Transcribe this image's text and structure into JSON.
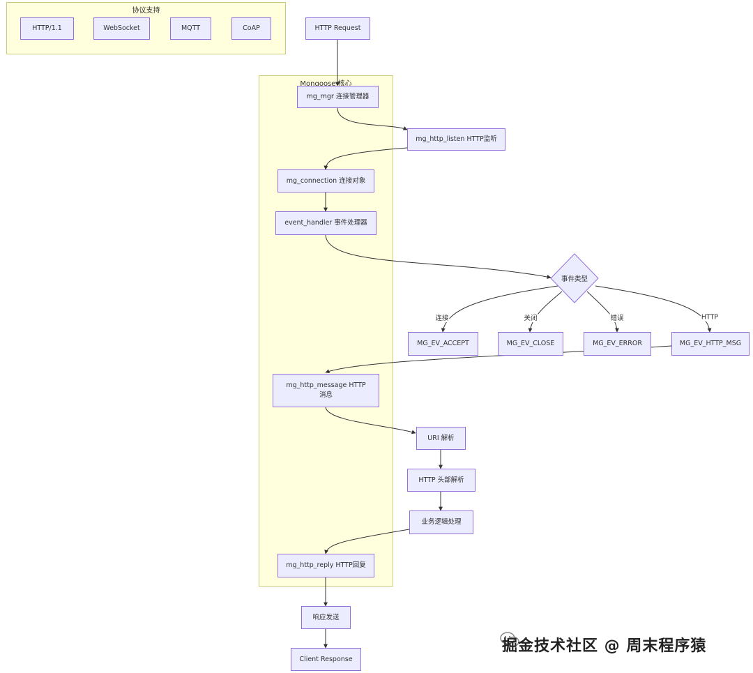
{
  "groups": {
    "protocols": {
      "title": "协议支持"
    },
    "core": {
      "title": "Mongoose 核心"
    }
  },
  "nodes": {
    "http11": "HTTP/1.1",
    "websocket": "WebSocket",
    "mqtt": "MQTT",
    "coap": "CoAP",
    "http_request": "HTTP Request",
    "mg_mgr": "mg_mgr 连接管理器",
    "mg_http_listen": "mg_http_listen HTTP监听",
    "mg_connection": "mg_connection 连接对象",
    "event_handler": "event_handler 事件处理器",
    "event_type": "事件类型",
    "ev_accept": "MG_EV_ACCEPT",
    "ev_close": "MG_EV_CLOSE",
    "ev_error": "MG_EV_ERROR",
    "ev_http_msg": "MG_EV_HTTP_MSG",
    "mg_http_message": "mg_http_message HTTP消息",
    "uri_parse": "URI 解析",
    "header_parse": "HTTP 头部解析",
    "business_logic": "业务逻辑处理",
    "mg_http_reply": "mg_http_reply HTTP回复",
    "response_send": "响应发送",
    "client_response": "Client Response"
  },
  "edge_labels": {
    "connect": "连接",
    "close": "关闭",
    "error": "错误",
    "http": "HTTP"
  },
  "watermark": "掘金技术社区 @ 周末程序猿",
  "colors": {
    "node_fill": "#ececff",
    "node_border": "#9370db",
    "group_fill": "#ffffde",
    "group_border": "#c9cc7a",
    "edge": "#333333"
  }
}
